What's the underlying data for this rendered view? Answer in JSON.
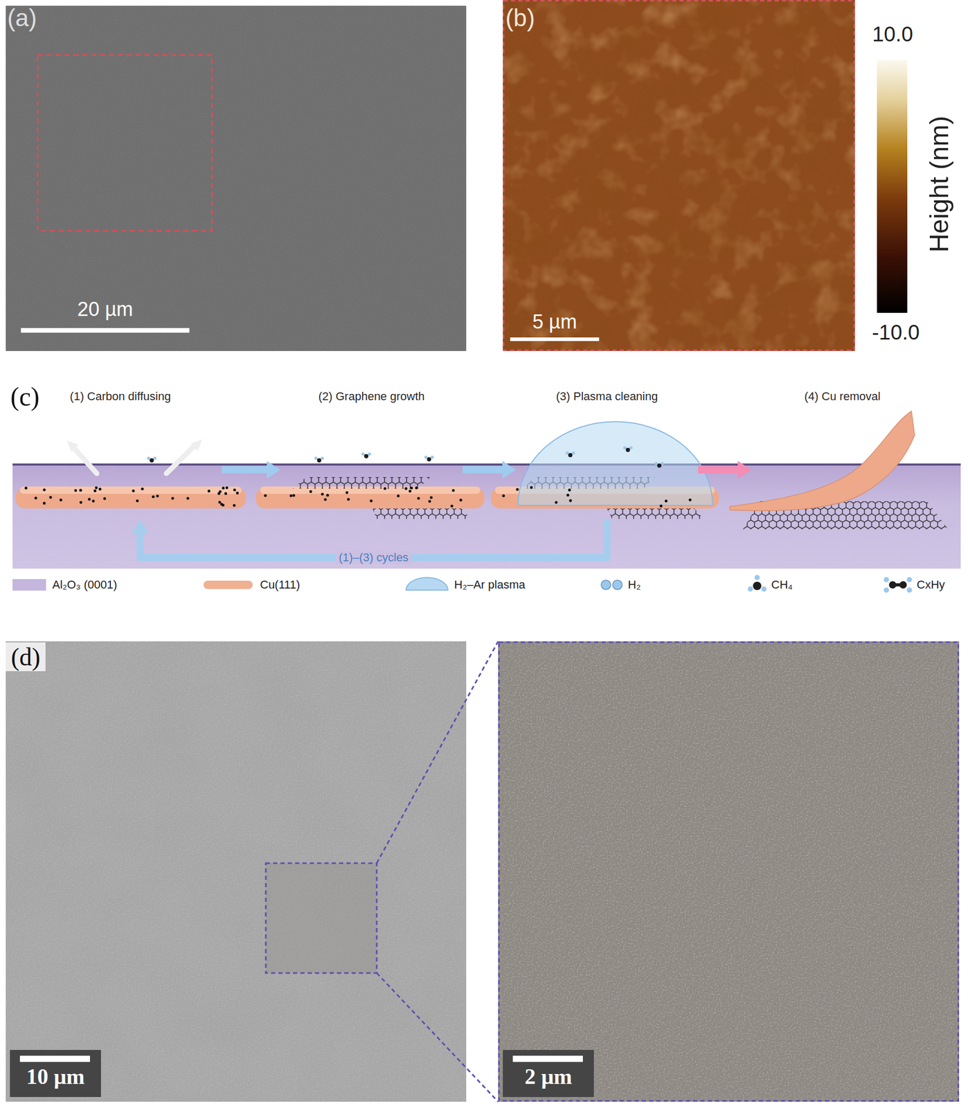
{
  "diagram": {
    "nodes": [
      {
        "text": [
          "(1) Carbon diffusing"
        ]
      },
      {
        "text": [
          "(2) Graphene growth"
        ]
      },
      {
        "text": [
          "(3) Plasma cleaning"
        ]
      },
      {
        "text": [
          "(4) Cu removal"
        ]
      }
    ],
    "edges": [
      {
        "from": 0,
        "to": 1,
        "arrow": "to"
      },
      {
        "from": 1,
        "to": 2,
        "arrow": "to"
      },
      {
        "from": 2,
        "to": 3,
        "arrow": "to"
      },
      {
        "from": 2,
        "to": 0,
        "arrow": "to",
        "label": "(1)–(3) cycles"
      }
    ],
    "labels": [
      "(a)",
      "20 µm",
      "(b)",
      "5 µm",
      "10.0",
      "-10.0",
      "Height (nm)",
      "(c)",
      "(d)",
      "10 µm",
      "2 µm"
    ],
    "legend": [
      {
        "text": "Al₂O₃ (0001)",
        "color": "#c4b6dc"
      },
      {
        "text": "Cu(111)",
        "color": "#f0b092"
      },
      {
        "text": "H₂–Ar plasma"
      },
      {
        "text": "H₂"
      },
      {
        "text": "CH₄"
      },
      {
        "text": "CxHy"
      }
    ]
  }
}
